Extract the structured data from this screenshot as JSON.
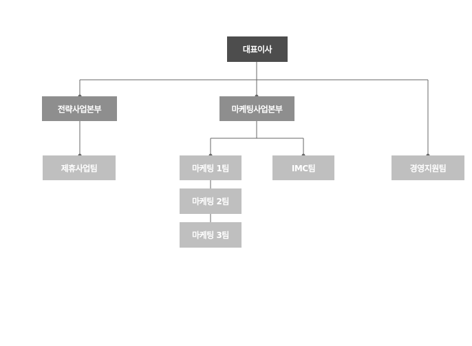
{
  "colors": {
    "ceo": "#4d4d4d",
    "division": "#8e8e8e",
    "team": "#bfbfbf",
    "connector": "#666666"
  },
  "org": {
    "ceo": "대표이사",
    "strategy_division": "전략사업본부",
    "marketing_division": "마케팅사업본부",
    "alliance_team": "제휴사업팀",
    "marketing_team_1": "마케팅 1팀",
    "marketing_team_2": "마케팅 2팀",
    "marketing_team_3": "마케팅 3팀",
    "imc_team": "IMC팀",
    "management_support_team": "경영지원팀"
  }
}
